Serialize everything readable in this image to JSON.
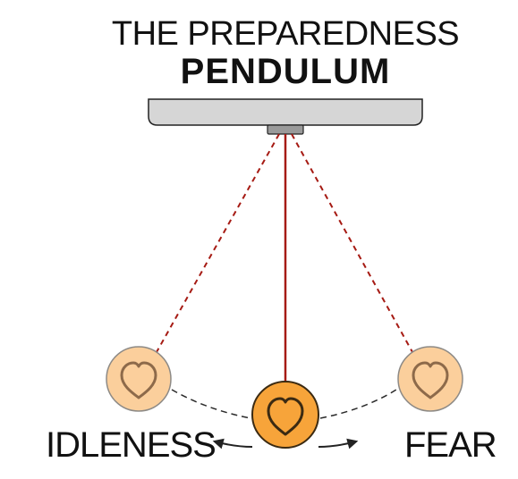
{
  "title": {
    "line1": "THE PREPAREDNESS",
    "line2": "PENDULUM"
  },
  "labels": {
    "left": "IDLENESS",
    "right": "FEAR"
  },
  "icons": {
    "bob": "heart-icon",
    "arrows": "curved-arrow-icon"
  },
  "colors": {
    "mount": "#d6d6d6",
    "mount_stroke": "#222222",
    "string": "#a61b14",
    "bob_fill": "#f7a43a",
    "bob_stroke": "#3b2a12",
    "ghost_bob_fill": "#fbcf9c",
    "ghost_bob_stroke": "#8d8a86",
    "ghost_heart_stroke": "#8d6a4a",
    "swing_path": "#2a2a2a",
    "text": "#111111"
  }
}
